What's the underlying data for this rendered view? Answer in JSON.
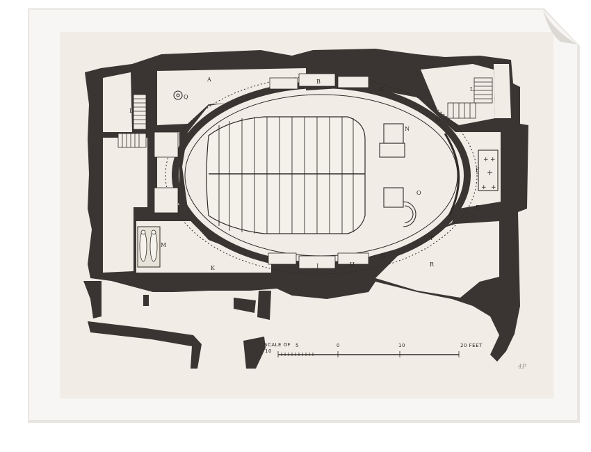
{
  "colors": {
    "page": "#ffffff",
    "paper": "#f1ede6",
    "ink": "#2f2a26",
    "wall": "#3a3532"
  },
  "room_labels": {
    "a": "A",
    "b": "B",
    "c": "C",
    "d": "D",
    "e": "E",
    "f_upper": "F",
    "f_lower": "F",
    "g": "G",
    "h": "H",
    "j": "J",
    "k": "K",
    "l_left": "L",
    "l_right": "L",
    "m": "M",
    "n": "N",
    "o": "O",
    "q": "Q",
    "r": "R"
  },
  "scale_bar": {
    "title": "SCALE OF",
    "left_value": "10",
    "ticks": [
      "5",
      "0",
      "10",
      "20 FEET"
    ]
  },
  "signature": "4P"
}
